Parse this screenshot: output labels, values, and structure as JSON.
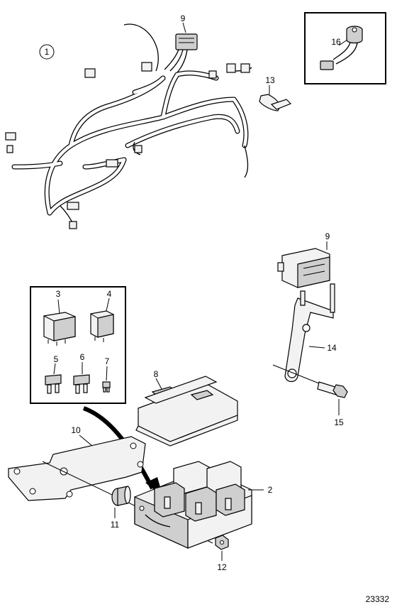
{
  "diagram": {
    "figure_number": "23332",
    "callouts": {
      "c1": "1",
      "c2": "2",
      "c3": "3",
      "c4": "4",
      "c5": "5",
      "c6": "6",
      "c7": "7",
      "c8": "8",
      "c9a": "9",
      "c9b": "9",
      "c10": "10",
      "c11": "11",
      "c12": "12",
      "c13": "13",
      "c14": "14",
      "c15": "15",
      "c16": "16"
    }
  }
}
